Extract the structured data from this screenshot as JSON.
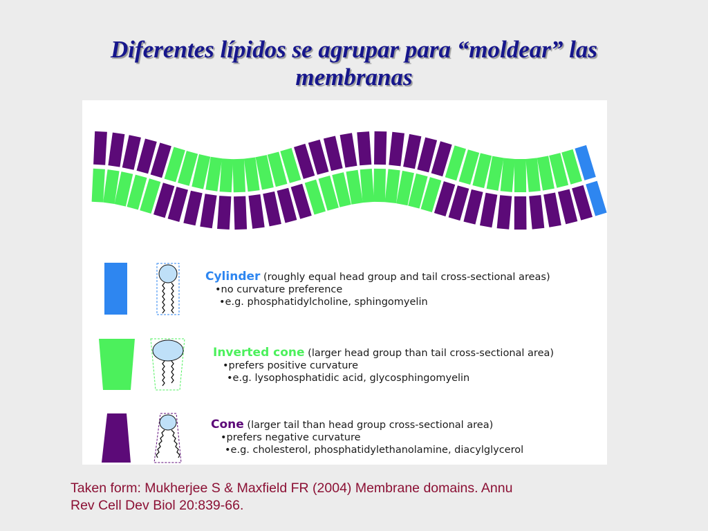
{
  "title": {
    "line1": "Diferentes lípidos se agrupar para “moldear” las",
    "line2": "membranas"
  },
  "colors": {
    "title": "#16168c",
    "cylinder": "#2e86f0",
    "inverted_cone": "#4cf05c",
    "cone": "#5c0a78",
    "citation": "#8b1034",
    "head": "#bfe0f8"
  },
  "lipid_types": [
    {
      "name": "Cylinder",
      "detail": " (roughly equal head group and tail cross-sectional areas)",
      "bullet1": "•no curvature preference",
      "bullet2": "•e.g. phosphatidylcholine, sphingomyelin",
      "color": "#2e86f0"
    },
    {
      "name": "Inverted cone",
      "detail": " (larger head group than tail cross-sectional area)",
      "bullet1": "•prefers positive curvature",
      "bullet2": "•e.g. lysophosphatidic acid, glycosphingomyelin",
      "color": "#4cf05c"
    },
    {
      "name": "Cone",
      "detail": " (larger tail than head group cross-sectional area)",
      "bullet1": "•prefers negative curvature",
      "bullet2": "•e.g. cholesterol, phosphatidylethanolamine, diacylglycerol",
      "color": "#5c0a78"
    }
  ],
  "citation": {
    "line1": "Taken form: Mukherjee S  & Maxfield FR (2004) Membrane domains. Annu",
    "line2": "Rev Cell Dev Biol 20:839-66."
  }
}
